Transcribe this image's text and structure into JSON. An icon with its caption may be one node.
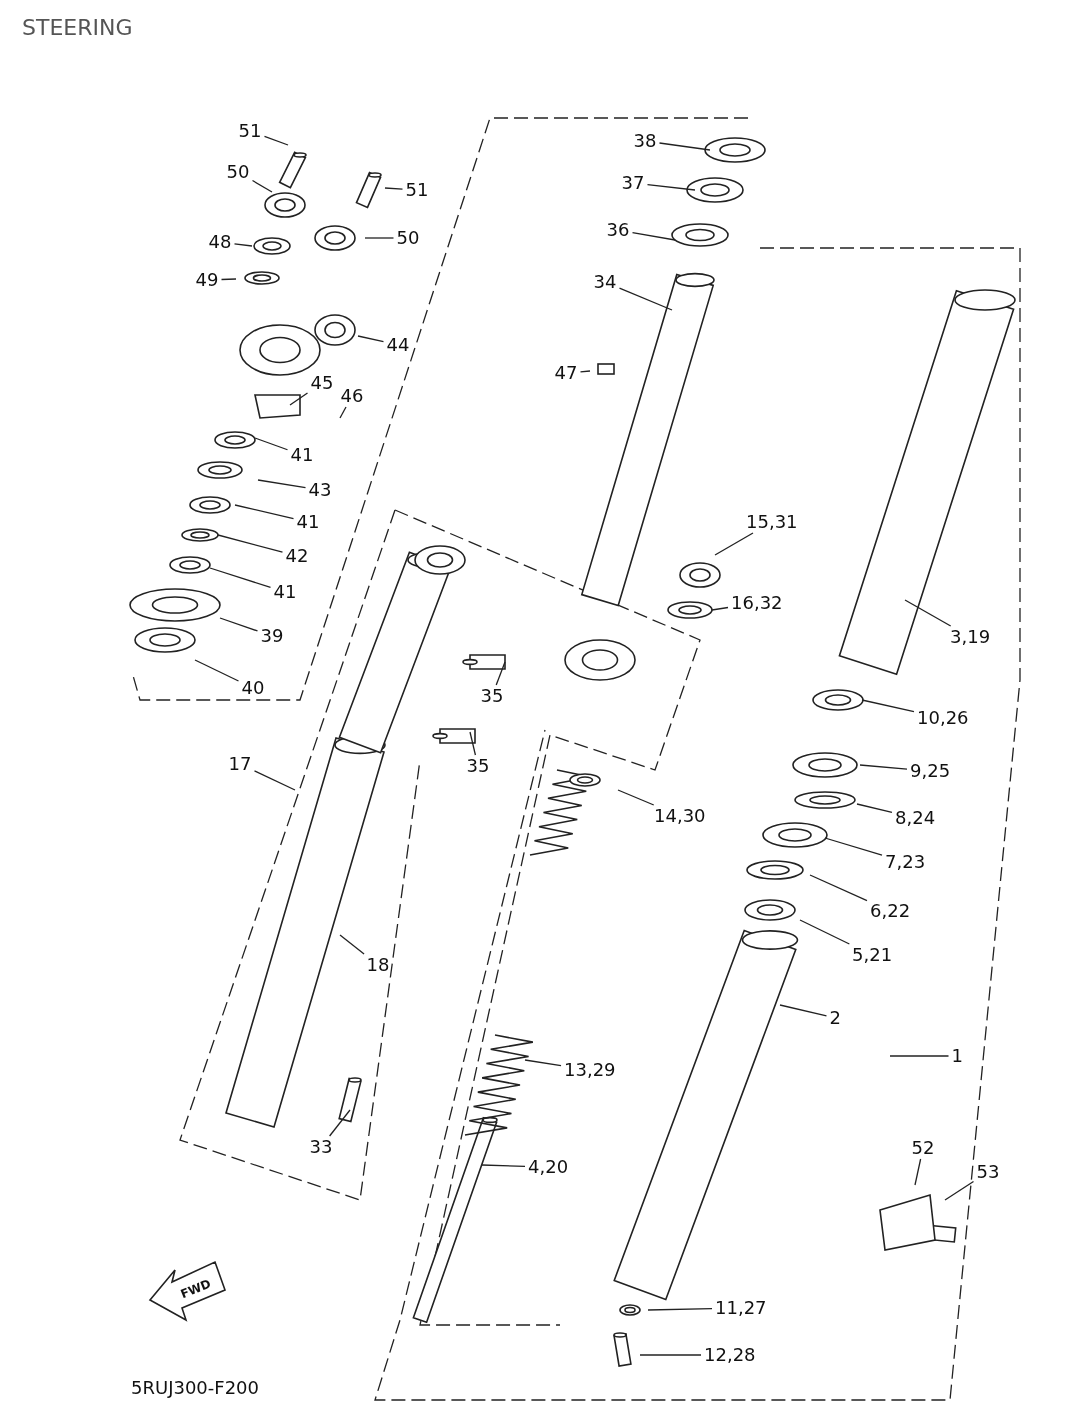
{
  "diagram": {
    "title": "STEERING",
    "nodes": [
      {
        "text": [
          "51"
        ]
      },
      {
        "text": [
          "50"
        ]
      },
      {
        "text": [
          "48"
        ]
      },
      {
        "text": [
          "49"
        ]
      },
      {
        "text": [
          "51"
        ]
      },
      {
        "text": [
          "50"
        ]
      },
      {
        "text": [
          "44"
        ]
      },
      {
        "text": [
          "45"
        ]
      },
      {
        "text": [
          "46"
        ]
      },
      {
        "text": [
          "41"
        ]
      },
      {
        "text": [
          "43"
        ]
      },
      {
        "text": [
          "41"
        ]
      },
      {
        "text": [
          "42"
        ]
      },
      {
        "text": [
          "41"
        ]
      },
      {
        "text": [
          "39"
        ]
      },
      {
        "text": [
          "40"
        ]
      },
      {
        "text": [
          "38"
        ]
      },
      {
        "text": [
          "37"
        ]
      },
      {
        "text": [
          "36"
        ]
      },
      {
        "text": [
          "34"
        ]
      },
      {
        "text": [
          "47"
        ]
      },
      {
        "text": [
          "15,31"
        ]
      },
      {
        "text": [
          "16,32"
        ]
      },
      {
        "text": [
          "3,19"
        ]
      },
      {
        "text": [
          "35"
        ]
      },
      {
        "text": [
          "35"
        ]
      },
      {
        "text": [
          "10,26"
        ]
      },
      {
        "text": [
          "9,25"
        ]
      },
      {
        "text": [
          "8,24"
        ]
      },
      {
        "text": [
          "7,23"
        ]
      },
      {
        "text": [
          "14,30"
        ]
      },
      {
        "text": [
          "17"
        ]
      },
      {
        "text": [
          "6,22"
        ]
      },
      {
        "text": [
          "5,21"
        ]
      },
      {
        "text": [
          "18"
        ]
      },
      {
        "text": [
          "2"
        ]
      },
      {
        "text": [
          "1"
        ]
      },
      {
        "text": [
          "13,29"
        ]
      },
      {
        "text": [
          "52"
        ]
      },
      {
        "text": [
          "53"
        ]
      },
      {
        "text": [
          "33"
        ]
      },
      {
        "text": [
          "4,20"
        ]
      },
      {
        "text": [
          "11,27"
        ]
      },
      {
        "text": [
          "12,28"
        ]
      }
    ],
    "edges": [
      {
        "from": 0,
        "to": null,
        "arrow": "none"
      },
      {
        "from": 1,
        "to": null,
        "arrow": "none"
      },
      {
        "from": 2,
        "to": null,
        "arrow": "none"
      },
      {
        "from": 3,
        "to": null,
        "arrow": "none"
      },
      {
        "from": 4,
        "to": null,
        "arrow": "none"
      },
      {
        "from": 5,
        "to": null,
        "arrow": "none"
      },
      {
        "from": 6,
        "to": null,
        "arrow": "none"
      },
      {
        "from": 7,
        "to": null,
        "arrow": "none"
      },
      {
        "from": 8,
        "to": null,
        "arrow": "none"
      },
      {
        "from": 9,
        "to": null,
        "arrow": "none"
      },
      {
        "from": 10,
        "to": null,
        "arrow": "none"
      },
      {
        "from": 11,
        "to": null,
        "arrow": "none"
      },
      {
        "from": 12,
        "to": null,
        "arrow": "none"
      },
      {
        "from": 13,
        "to": null,
        "arrow": "none"
      },
      {
        "from": 14,
        "to": null,
        "arrow": "none"
      },
      {
        "from": 15,
        "to": null,
        "arrow": "none"
      },
      {
        "from": 16,
        "to": null,
        "arrow": "none"
      },
      {
        "from": 17,
        "to": null,
        "arrow": "none"
      },
      {
        "from": 18,
        "to": null,
        "arrow": "none"
      },
      {
        "from": 19,
        "to": null,
        "arrow": "none"
      },
      {
        "from": 20,
        "to": null,
        "arrow": "none"
      },
      {
        "from": 21,
        "to": null,
        "arrow": "none"
      },
      {
        "from": 22,
        "to": null,
        "arrow": "none"
      },
      {
        "from": 23,
        "to": null,
        "arrow": "none"
      },
      {
        "from": 24,
        "to": null,
        "arrow": "none"
      },
      {
        "from": 25,
        "to": null,
        "arrow": "none"
      },
      {
        "from": 26,
        "to": null,
        "arrow": "none"
      },
      {
        "from": 27,
        "to": null,
        "arrow": "none"
      },
      {
        "from": 28,
        "to": null,
        "arrow": "none"
      },
      {
        "from": 29,
        "to": null,
        "arrow": "none"
      },
      {
        "from": 30,
        "to": null,
        "arrow": "none"
      },
      {
        "from": 31,
        "to": null,
        "arrow": "none"
      },
      {
        "from": 32,
        "to": null,
        "arrow": "none"
      },
      {
        "from": 33,
        "to": null,
        "arrow": "none"
      },
      {
        "from": 34,
        "to": null,
        "arrow": "none"
      },
      {
        "from": 35,
        "to": null,
        "arrow": "none"
      },
      {
        "from": 36,
        "to": null,
        "arrow": "none"
      },
      {
        "from": 37,
        "to": null,
        "arrow": "none"
      },
      {
        "from": 38,
        "to": null,
        "arrow": "none"
      },
      {
        "from": 39,
        "to": null,
        "arrow": "none"
      },
      {
        "from": 40,
        "to": null,
        "arrow": "none"
      },
      {
        "from": 41,
        "to": null,
        "arrow": "none"
      },
      {
        "from": 42,
        "to": null,
        "arrow": "none"
      },
      {
        "from": 43,
        "to": null,
        "arrow": "none"
      }
    ],
    "labels": [
      "FWD",
      "5RUJ300-F200"
    ]
  }
}
